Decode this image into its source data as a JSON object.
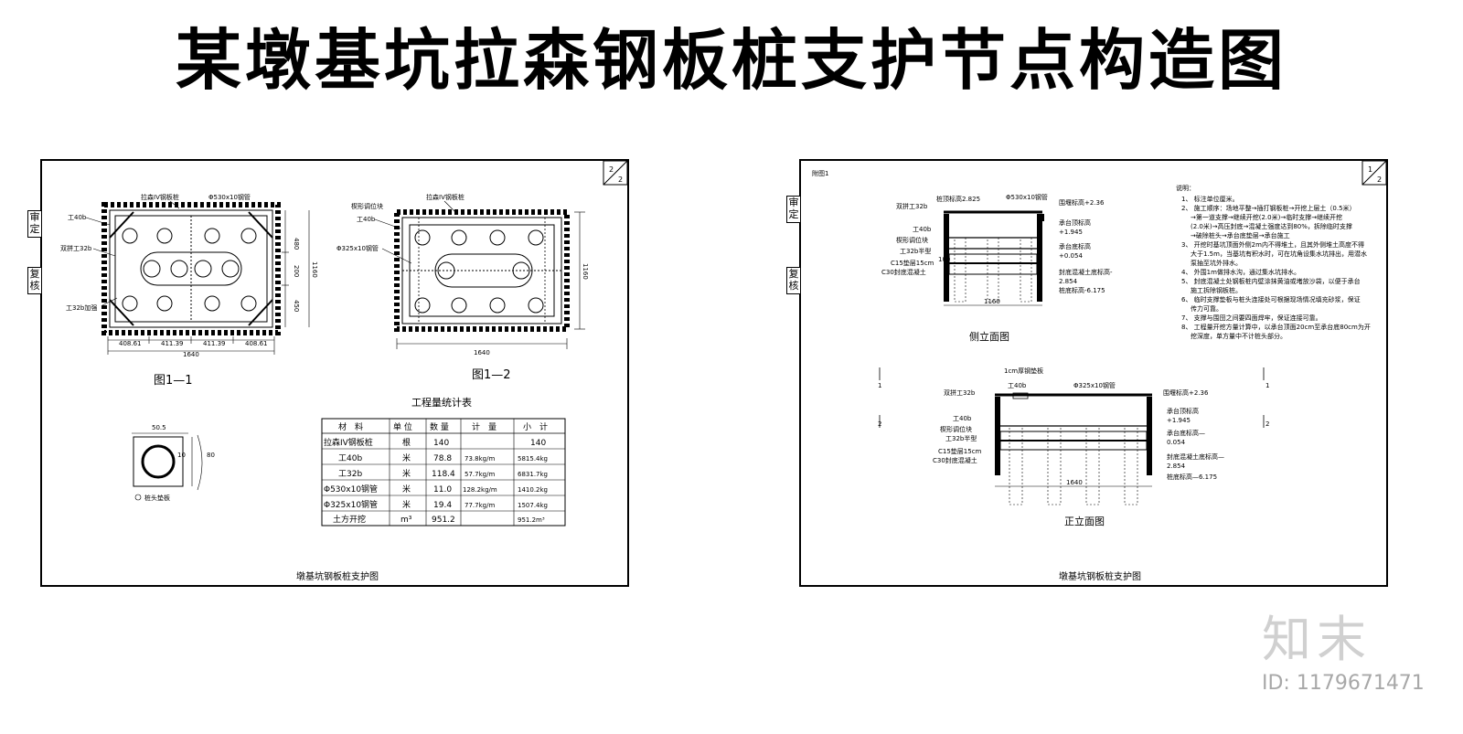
{
  "title": "某墩基坑拉森钢板桩支护节点构造图",
  "left_sheet": {
    "sheet_no_top": "2",
    "sheet_no_bottom": "2",
    "caption": "墩基坑钢板桩支护图",
    "side_tabs": [
      "审定",
      "复核"
    ],
    "fig1": {
      "title": "图1—1",
      "labels": {
        "pile": "拉森IV钢板桩",
        "pipe": "Φ530x10钢管",
        "i40b": "工40b",
        "double_i32b": "双拼工32b",
        "i32b_reinforce": "工32b加强"
      },
      "dims_bottom": [
        "408.61",
        "411.39",
        "411.39",
        "408.61"
      ],
      "dim_total": "1640",
      "dims_right": [
        "480",
        "200",
        "450"
      ],
      "dim_right_total": "1160"
    },
    "fig2": {
      "title": "图1—2",
      "labels": {
        "pile": "拉森IV钢板桩",
        "wedge": "楔形调位块",
        "i40b": "工40b",
        "pipe": "Φ325x10钢管"
      },
      "dim_total": "1640",
      "dim_right_total": "1160"
    },
    "pile_plate": {
      "caption": "桩头垫板",
      "dim_top": "50.5",
      "dim_right_a": "10",
      "dim_right_b": "80"
    },
    "table": {
      "title": "工程量统计表",
      "headers": [
        "材　料",
        "单 位",
        "数 量",
        "计　量",
        "小　计"
      ],
      "rows": [
        [
          "拉森IV钢板桩",
          "根",
          "140",
          "",
          "140"
        ],
        [
          "工40b",
          "米",
          "78.8",
          "73.8kg/m",
          "5815.4kg"
        ],
        [
          "工32b",
          "米",
          "118.4",
          "57.7kg/m",
          "6831.7kg"
        ],
        [
          "Φ530x10钢管",
          "米",
          "11.0",
          "128.2kg/m",
          "1410.2kg"
        ],
        [
          "Φ325x10钢管",
          "米",
          "19.4",
          "77.7kg/m",
          "1507.4kg"
        ],
        [
          "土方开挖",
          "m³",
          "951.2",
          "",
          "951.2m³"
        ]
      ]
    }
  },
  "right_sheet": {
    "sheet_no_top": "1",
    "sheet_no_bottom": "2",
    "corner_label": "附图1",
    "caption": "墩基坑钢板桩支护图",
    "side_tabs": [
      "审定",
      "复核"
    ],
    "side_view": {
      "title": "侧立面图",
      "labels": {
        "pile_top": "桩顶标高2.825",
        "pipe": "Φ530x10钢管",
        "double_i32b": "双拼工32b",
        "i40b": "工40b",
        "wedge": "楔形调位块",
        "i32b_half": "工32b半型",
        "c15": "C15垫层15cm",
        "c30": "C30封底混凝土",
        "water_level": "围堰标高+2.36",
        "cap_top": "承台顶标高",
        "cap_top_val": "+1.945",
        "cap_bottom": "承台底标高",
        "cap_bottom_val": "+0.054",
        "seal_bottom": "封底混凝土底标高-",
        "seal_bottom_val": "2.854",
        "pile_bottom": "桩底标高-6.175",
        "dim_width": "1160",
        "dim_small": "100"
      }
    },
    "front_view": {
      "title": "正立面图",
      "labels": {
        "plate": "1cm厚钢垫板",
        "pipe": "Φ325x10钢管",
        "double_i32b": "双拼工32b",
        "i40b_top": "工40b",
        "i40b": "工40b",
        "wedge": "楔形调位块",
        "i32b_half": "工32b半型",
        "c15": "C15垫层15cm",
        "c30": "C30封底混凝土",
        "water_level": "围堰标高+2.36",
        "cap_top": "承台顶标高",
        "cap_top_val": "+1.945",
        "cap_bottom": "承台底标高—",
        "cap_bottom_val": "0.054",
        "seal_bottom": "封底混凝土底标高—",
        "seal_bottom_val": "2.854",
        "pile_bottom": "桩底标高—6.175",
        "dim_width": "1640",
        "mark1": "1",
        "mark2": "2"
      }
    },
    "notes": {
      "title": "说明：",
      "items": [
        "1、 标注单位厘米。",
        "2、 施工顺序：场地平整→插打钢板桩→开挖上层土（0.5米）",
        "→第一道支撑→继续开挖(2.0米)→临时支撑→继续开挖",
        "(2.0米)→高压封底→混凝土强度达到80%，拆除临时支撑",
        "→破除桩头→承台底垫层→承台施工",
        "3、 开挖时基坑顶面外侧2m内不得堆土，且其外侧堆土高度不得",
        "大于1.5m，当基坑有积水时，可在坑角设集水坑排出，用潜水",
        "泵抽至坑外排水。",
        "4、 外围1m做排水沟，通过集水坑排水。",
        "5、 封底混凝土处钢板桩内壁涂抹黄油或堵放沙袋，以便于承台",
        "施工拆除钢板桩。",
        "6、 临时支撑垫板与桩头连接处可根据现场情况填充砂浆，保证",
        "传力可靠。",
        "7、 支撑与围囹之间要四面焊牢，保证连接可靠。",
        "8、 工程量开挖方量计算中，以承台顶面20cm至承台底80cm为开",
        "挖深度，单方量中不计桩头部分。"
      ]
    }
  },
  "watermark": {
    "brand": "知末",
    "id": "ID: 1179671471"
  }
}
